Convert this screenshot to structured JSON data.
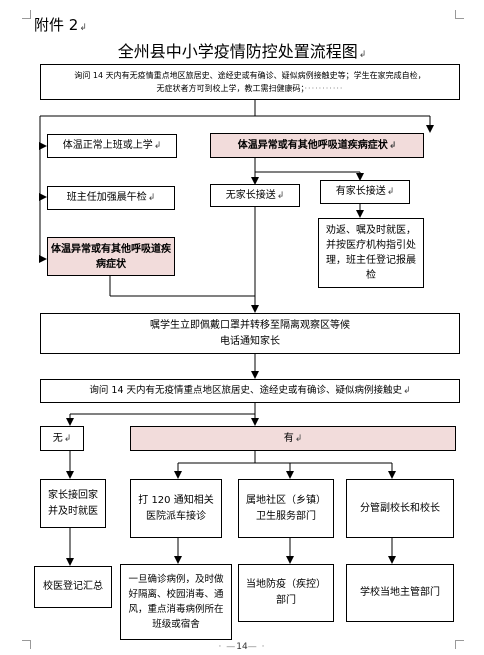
{
  "doc": {
    "attachment_label": "附件 2",
    "title": "全州县中小学疫情防控处置流程图",
    "page_number": "14"
  },
  "flow": {
    "step1_line1": "询问 14 天内有无疫情重点地区旅居史、途经史或有确诊、疑似病例接触史等；学生在家完成自检，",
    "step1_line2": "无症状者方可到校上学，教工需扫健康码；",
    "normal_temp": "体温正常上班或上学",
    "abnormal_temp": "体温异常或有其他呼吸道疾病症状",
    "no_parent": "无家长接送",
    "has_parent": "有家长接送",
    "noon_check": "班主任加强晨午检",
    "parent_advice": "劝返、嘱及时就医，并按医疗机构指引处理，班主任登记报晨检",
    "abnormal_temp2": "体温异常或有其他呼吸道疾病症状",
    "isolate_line1": "嘱学生立即佩戴口罩并转移至隔离观察区等候",
    "isolate_line2": "电话通知家长",
    "step2": "询问 14 天内有无疫情重点地区旅居史、途经史或有确诊、疑似病例接触史",
    "no": "无",
    "yes": "有",
    "no_action": "家长接回家并及时就医",
    "call_120": "打 120 通知相关医院派车接诊",
    "community": "属地社区（乡镇）卫生服务部门",
    "principal": "分管副校长和校长",
    "school_doctor": "校医登记汇总",
    "confirmed": "一旦确诊病例，及时做好隔离、校园消毒、通风，重点消毒病例所在班级或宿舍",
    "cdc": "当地防疫（疾控）部门",
    "edu_dept": "学校当地主管部门"
  }
}
